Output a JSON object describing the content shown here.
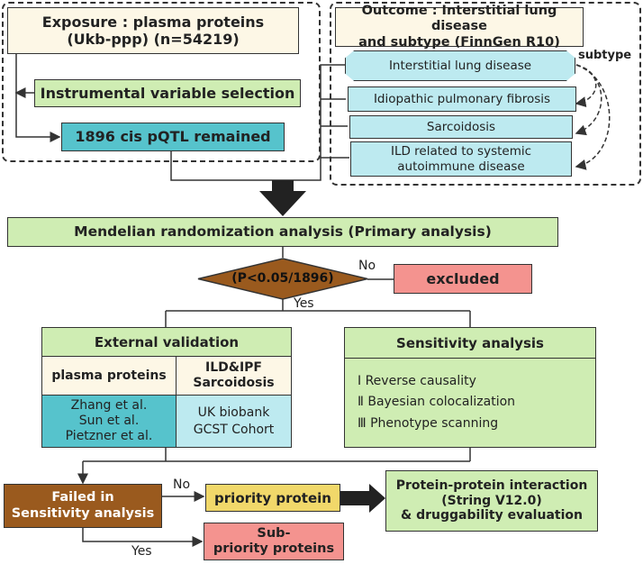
{
  "exposure": {
    "title": "Exposure : plasma proteins",
    "subtitle": "(Ukb-ppp)  (n=54219)"
  },
  "iv_selection": "Instrumental variable selection",
  "pqtl": "1896 cis pQTL remained",
  "outcome": {
    "title_line1": "Outcome : Interstitial lung disease",
    "title_line2": "and subtype (FinnGen R10)"
  },
  "outcomes": [
    "Interstitial lung disease",
    "Idiopathic pulmonary fibrosis",
    "Sarcoidosis",
    "ILD related to systemic autoimmune disease"
  ],
  "subtype_label": "subtype",
  "mr_analysis": "Mendelian randomization analysis  (Primary analysis)",
  "threshold": "(P<0.05/1896)",
  "no_label": "No",
  "yes_label": "Yes",
  "excluded": "excluded",
  "external": {
    "title": "External validation",
    "col1_header": "plasma proteins",
    "col2_header_line1": "ILD&IPF",
    "col2_header_line2": "Sarcoidosis",
    "col1_items": [
      "Zhang et al.",
      "Sun et al.",
      "Pietzner et al."
    ],
    "col2_items": [
      "UK biobank",
      "GCST Cohort"
    ]
  },
  "sensitivity": {
    "title": "Sensitivity analysis",
    "items": [
      "Ⅰ  Reverse causality",
      "Ⅱ  Bayesian  colocalization",
      "Ⅲ  Phenotype scanning"
    ]
  },
  "failed": {
    "line1": "Failed in",
    "line2": "Sensitivity analysis"
  },
  "priority": "priority protein",
  "sub_priority": {
    "line1": "Sub-",
    "line2": "priority proteins"
  },
  "ppi": {
    "line1": "Protein-protein interaction",
    "line2": "(String V12.0)",
    "line3": "& druggability evaluation"
  },
  "colors": {
    "cream": "#fdf7e6",
    "green": "#cfedb3",
    "cyan": "#bdeaf0",
    "teal": "#56c3cc",
    "pink": "#f4938f",
    "brown": "#9a5a1e",
    "yellow": "#f1d86a"
  }
}
